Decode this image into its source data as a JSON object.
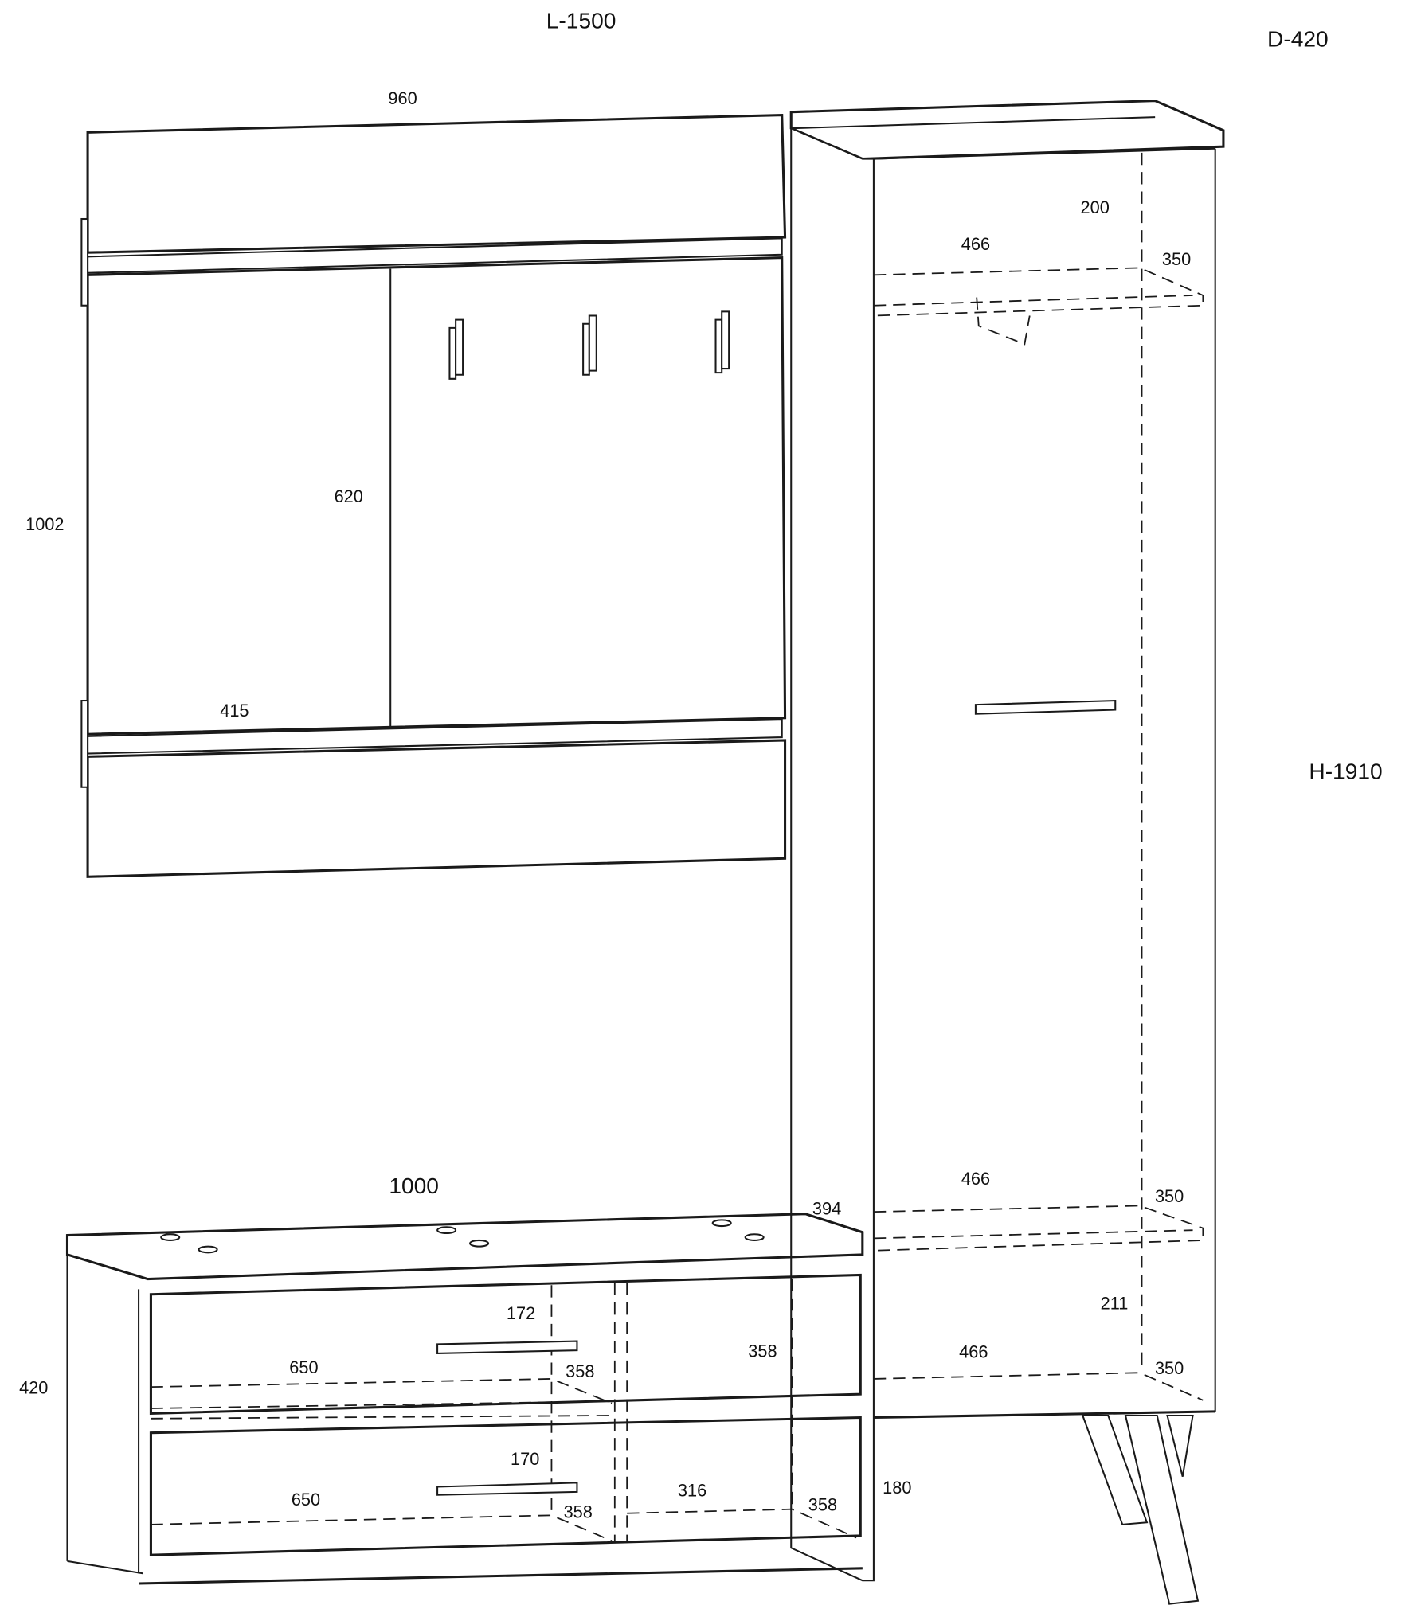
{
  "overall": {
    "width": "L-1500",
    "depth": "D-420",
    "height": "H-1910"
  },
  "wall_panel": {
    "width": "960",
    "height": "1002",
    "mid_height": "620",
    "mid_width": "415"
  },
  "tall_cabinet": {
    "top_shelf": {
      "height": "200",
      "width": "466",
      "depth": "350"
    },
    "middle_shelf": {
      "width": "466",
      "depth": "350"
    },
    "gap": "211",
    "bottom_shelf": {
      "width": "466",
      "depth": "350"
    },
    "depth_side": "394",
    "leg_height": "180"
  },
  "bench": {
    "width": "1000",
    "height": "420",
    "upper_drawer": {
      "height": "172",
      "width": "650",
      "depth": "358"
    },
    "right_compartment": {
      "height": "358",
      "width": "316",
      "depth": "358"
    },
    "lower_drawer": {
      "height": "170",
      "width": "650",
      "depth": "358"
    }
  }
}
